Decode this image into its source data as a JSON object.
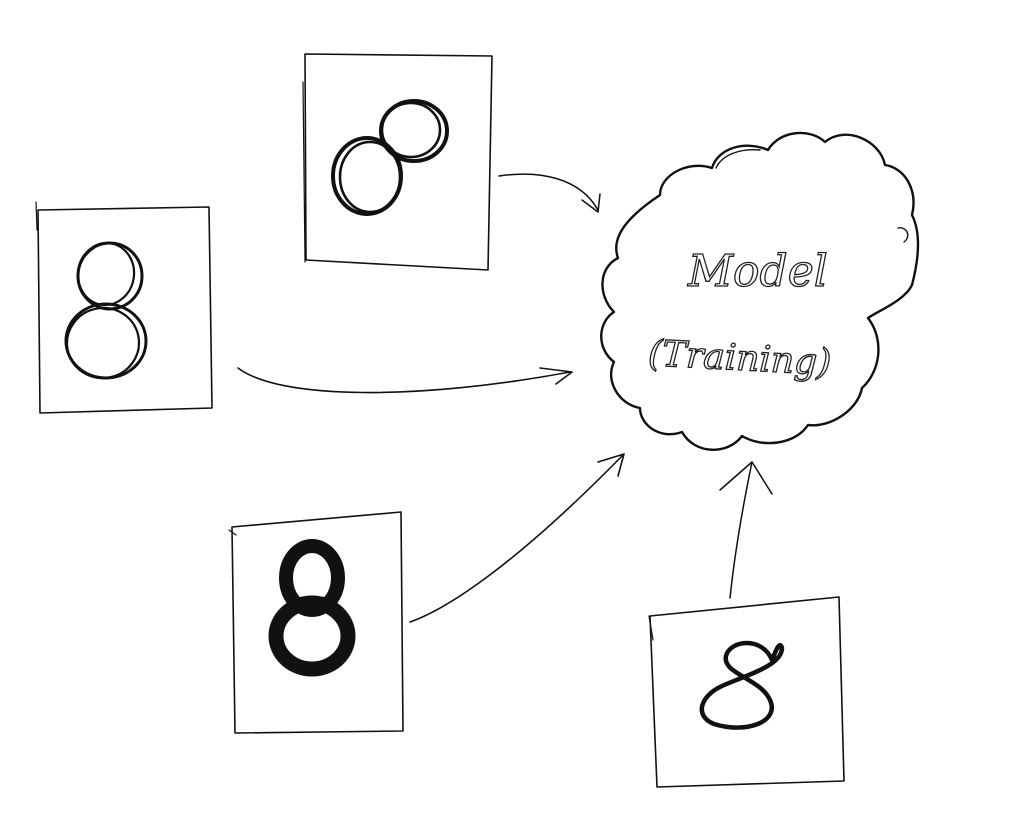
{
  "model_node": {
    "title": "Model",
    "subtitle": "(Training)"
  },
  "samples": [
    {
      "id": "sample-top",
      "digit_style": "two-loops-offset"
    },
    {
      "id": "sample-left",
      "digit_style": "double-outline"
    },
    {
      "id": "sample-bottom-left",
      "digit_style": "bold"
    },
    {
      "id": "sample-bottom-right",
      "digit_style": "thin-slanted"
    }
  ],
  "colors": {
    "ink": "#111111",
    "background": "#ffffff"
  }
}
